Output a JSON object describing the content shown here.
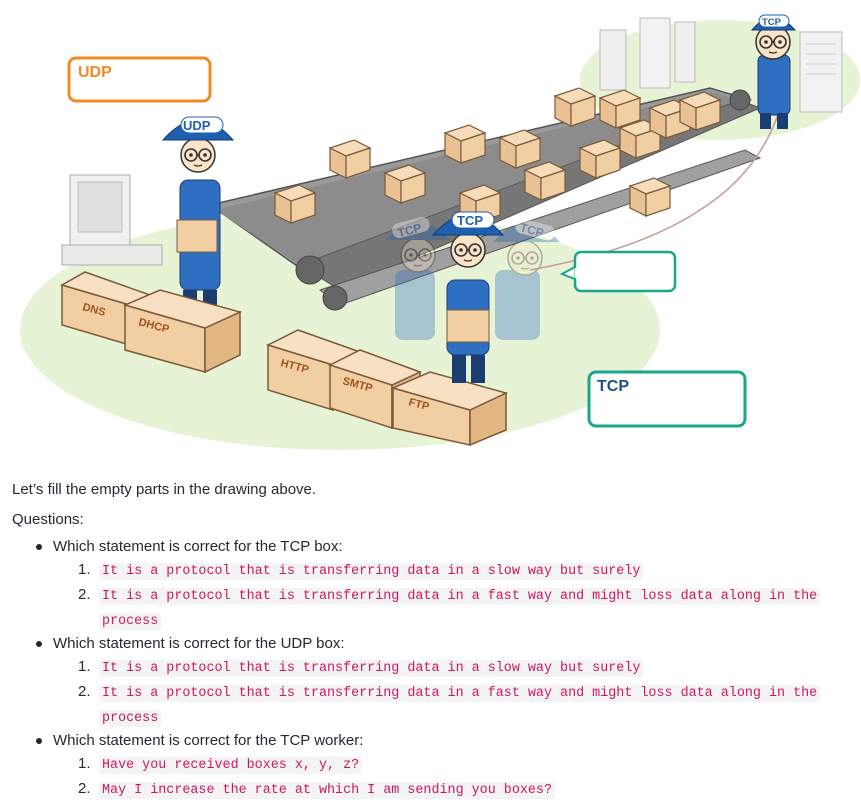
{
  "illustration": {
    "udp_box_label": "UDP",
    "tcp_box_label": "TCP",
    "udp_worker_cap": "UDP",
    "tcp_worker_cap": "TCP",
    "tcp_ghost_cap_left": "TCP",
    "tcp_ghost_cap_right": "TCP",
    "tcp_phone_worker_cap": "TCP",
    "crate_labels": [
      "DNS",
      "DHCP",
      "HTTP",
      "SMTP",
      "FTP"
    ],
    "colors": {
      "udp": "#f08a24",
      "tcp": "#1aa68a",
      "cap": "#1d5fb0",
      "ground": "#e6f3d5"
    }
  },
  "content": {
    "intro": "Let’s fill the empty parts in the drawing above.",
    "questions_heading": "Questions:",
    "questions": [
      {
        "text": "Which statement is correct for the TCP box:",
        "options": [
          {
            "num": "1.",
            "text": "It is a protocol that is transferring data in a slow way but surely"
          },
          {
            "num": "2.",
            "text": "It is a protocol that is transferring data in a fast way and might loss data along in the process"
          }
        ]
      },
      {
        "text": "Which statement is correct for the UDP box:",
        "options": [
          {
            "num": "1.",
            "text": "It is a protocol that is transferring data in a slow way but surely"
          },
          {
            "num": "2.",
            "text": "It is a protocol that is transferring data in a fast way and might loss data along in the process"
          }
        ]
      },
      {
        "text": "Which statement is correct for the TCP worker:",
        "options": [
          {
            "num": "1.",
            "text": "Have you received boxes x, y, z?"
          },
          {
            "num": "2.",
            "text": "May I increase the rate at which I am sending you boxes?"
          }
        ]
      }
    ]
  }
}
